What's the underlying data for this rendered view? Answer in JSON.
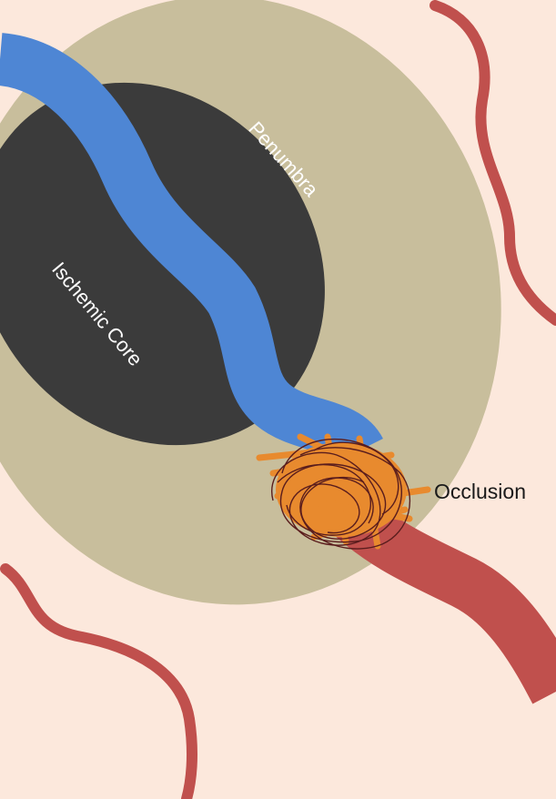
{
  "labels": {
    "penumbra": "Penumbra",
    "core": "Ischemic Core",
    "occlusion": "Occlusion"
  },
  "colors": {
    "background": "#fce8dc",
    "penumbra": "#c8be9c",
    "core": "#3b3b3b",
    "vessel_blocked": "#4e86d4",
    "vessel_open": "#c0504d",
    "clot_fibers": "#e88a2e",
    "clot_mesh": "#5a1d1d",
    "label_light": "#ffffff",
    "label_dark": "#1a1a1a"
  }
}
